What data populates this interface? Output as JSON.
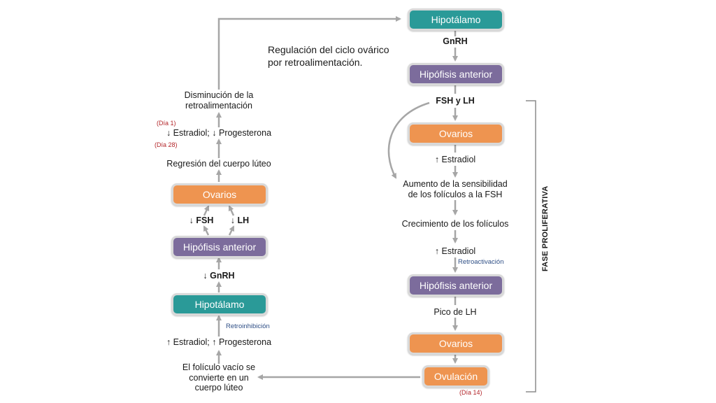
{
  "title": {
    "line1": "Regulación del ciclo ovárico",
    "line2": "por retroalimentación."
  },
  "right": {
    "hipotalamo": "Hipotálamo",
    "gnrh": "GnRH",
    "hipofisis1": "Hipófisis anterior",
    "fsh_lh": "FSH y LH",
    "ovarios1": "Ovarios",
    "estradiol1": "↑ Estradiol",
    "sensibilidad1": "Aumento de la sensibilidad",
    "sensibilidad2": "de los folículos a la FSH",
    "crecimiento": "Crecimiento de los folículos",
    "estradiol2": "↑ Estradiol",
    "retroactivacion": "Retroactivación",
    "hipofisis2": "Hipófisis anterior",
    "pico_lh": "Pico de LH",
    "ovarios2": "Ovarios",
    "ovulacion": "Ovulación",
    "dia14": "(Día 14)",
    "fase": "FASE PROLIFERATIVA"
  },
  "left": {
    "disminucion1": "Disminución de la",
    "disminucion2": "retroalimentación",
    "dia1": "(Día 1)",
    "estradiol_down": "↓ Estradiol; ↓ Progesterona",
    "dia28": "(Día 28)",
    "regresion": "Regresión del cuerpo lúteo",
    "ovarios": "Ovarios",
    "fsh_down": "↓ FSH",
    "lh_down": "↓ LH",
    "hipofisis": "Hipófisis anterior",
    "gnrh_down": "↓ GnRH",
    "hipotalamo": "Hipotálamo",
    "retroinhibicion": "Retroinhibición",
    "estradiol_up": "↑ Estradiol; ↑ Progesterona",
    "foliculo1": "El folículo vacío se",
    "foliculo2": "convierte en un",
    "foliculo3": "cuerpo lúteo"
  },
  "colors": {
    "teal": "#2a9a98",
    "purple": "#7c6c9c",
    "orange": "#ee9450",
    "arrow": "#a6a6a6",
    "red": "#b3262a",
    "blue": "#2f4f86"
  }
}
